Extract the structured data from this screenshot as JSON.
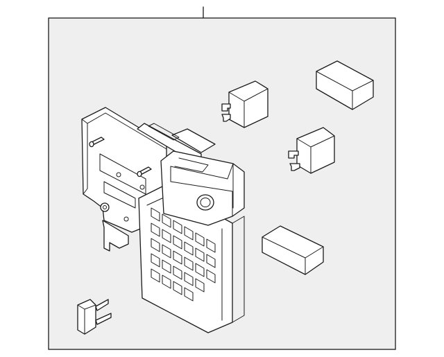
{
  "diagram": {
    "background_color": "#efefef",
    "line_color": "#1a1a1a",
    "parts": [
      {
        "name": "fuse-relay-box",
        "icon": "fuse-box-assembly"
      },
      {
        "name": "relay",
        "count": 2,
        "icon": "relay-icon"
      },
      {
        "name": "cover-block",
        "count": 2,
        "icon": "rectangular-block"
      },
      {
        "name": "connector-clip",
        "icon": "clip-icon"
      }
    ]
  }
}
